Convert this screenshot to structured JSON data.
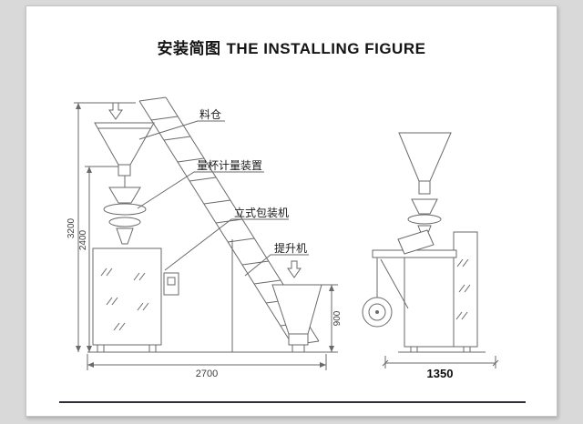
{
  "title": {
    "cn": "安装简图",
    "en": "THE INSTALLING FIGURE"
  },
  "callouts": {
    "hopper": "料仓",
    "measuring_device": "量杯计量装置",
    "vertical_packing_machine": "立式包装机",
    "elevator": "提升机"
  },
  "dimensions": {
    "total_height": "3200",
    "machine_height": "2400",
    "floor_width": "2700",
    "elevator_hopper_height": "900",
    "side_view_width": "1350"
  },
  "icons": {
    "feed_arrow": "down-arrow-icon",
    "elevator_feed_arrow": "down-arrow-icon"
  },
  "colors": {
    "page_background": "#ffffff",
    "surround_background": "#d9d9d9",
    "line": "#6a6a6a",
    "text": "#1a1a1a",
    "footer_rule": "#2e2e38"
  }
}
